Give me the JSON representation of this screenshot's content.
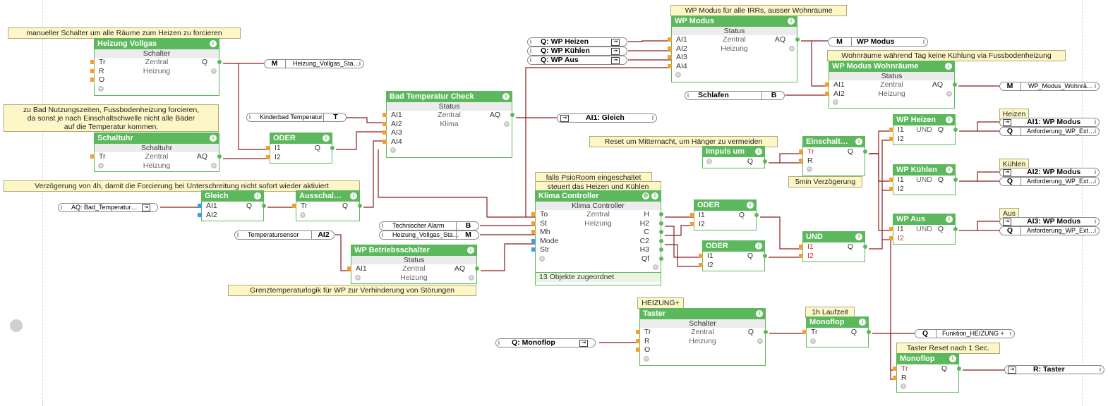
{
  "notes": {
    "n1": "manueller Schalter um alle Räume zum Heizen zu forcieren",
    "n2_1": "zu Bad Nutzungszeiten, Fussbodenheizung forcieren,",
    "n2_2": "da sonst je nach Einschaltschwelle nicht alle Bäder",
    "n2_3": "auf die Temperatur kommen.",
    "n3": "Verzögerung von 4h, damit die Forcierung bei Unterschreitung nicht sofort wieder aktiviert",
    "n4": "Grenztemperaturlogik für WP zur Verhinderung von Störungen",
    "n5": "WP Modus für alle IRRs, ausser Wohnräume",
    "n6": "Wohnräume während Tag keine Kühlung via Fussbodenheizung",
    "n7": "Reset um Mitternacht, um Hänger zu vermeiden",
    "n8": "5min Verzögerung",
    "n9": "falls PsioRoom eingeschaltet",
    "n10": "steuert das Heizen und Kühlen",
    "n11": "HEIZUNG+",
    "n12": "1h Laufzeit",
    "n13": "Taster Reset nach 1 Sec.",
    "n14": "Heizen",
    "n15": "Kühlen",
    "n16": "Aus"
  },
  "blocks": {
    "heizung_vollgas": {
      "title": "Heizung Vollgas",
      "sub": "Schalter",
      "in": [
        "Tr",
        "R",
        "O"
      ],
      "mid1": "Zentral",
      "mid2": "Heizung",
      "out": "Q"
    },
    "schaltuhr": {
      "title": "Schaltuhr",
      "sub": "Schaltuhr",
      "in": [
        "Tr"
      ],
      "mid1": "Zentral",
      "mid2": "Heizung",
      "out": "AQ"
    },
    "oder1": {
      "title": "ODER",
      "in": [
        "I1",
        "I2"
      ],
      "out": "Q"
    },
    "gleich": {
      "title": "Gleich",
      "in": [
        "AI1",
        "AI2"
      ],
      "out": "Q"
    },
    "ausschal": {
      "title": "Ausschal…",
      "in": [
        "Tr"
      ],
      "out": "Q"
    },
    "bad_check": {
      "title": "Bad Temperatur Check",
      "sub": "Status",
      "in": [
        "AI1",
        "AI2",
        "AI3",
        "AI4"
      ],
      "mid1": "Zentral",
      "mid2": "Klima",
      "out": "AQ"
    },
    "wp_betrieb": {
      "title": "WP Betriebsschalter",
      "sub": "Status",
      "in": [
        "AI1"
      ],
      "mid1": "Zentral",
      "mid2": "Heizung",
      "out": "AQ"
    },
    "wp_modus": {
      "title": "WP Modus",
      "sub": "Status",
      "in": [
        "AI1",
        "AI2",
        "AI3",
        "AI4"
      ],
      "mid1": "Zentral",
      "mid2": "Heizung",
      "out": "AQ"
    },
    "wp_modus_wohn": {
      "title": "WP Modus Wohnräume",
      "sub": "Status",
      "in": [
        "AI1",
        "AI2"
      ],
      "mid1": "Zentral",
      "mid2": "Heizung",
      "out": "AQ"
    },
    "klima": {
      "title": "Klima Controller",
      "sub": "Klima Controller",
      "in": [
        "To",
        "St",
        "Mh",
        "Mode",
        "Str"
      ],
      "mid1": "Zentral",
      "mid2": "Heizung",
      "out": [
        "H",
        "H2",
        "C",
        "C2",
        "H3",
        "Qf"
      ],
      "foot": "13 Objekte zugeordnet"
    },
    "impuls": {
      "title": "Impuls um",
      "out": "Q"
    },
    "einschalt": {
      "title": "Einschalt…",
      "in": [
        "Tr",
        "R"
      ],
      "out": "Q"
    },
    "oder2": {
      "title": "ODER",
      "in": [
        "I1",
        "I2"
      ],
      "out": "Q"
    },
    "oder3": {
      "title": "ODER",
      "in": [
        "I1",
        "I2"
      ],
      "out": "Q"
    },
    "und1": {
      "title": "UND",
      "in": [
        "I1",
        "I2"
      ],
      "out": "Q"
    },
    "wp_heizen": {
      "title": "WP Heizen",
      "in": [
        "I1",
        "I2"
      ],
      "mid": "UND",
      "out": "Q"
    },
    "wp_kuehlen": {
      "title": "WP Kühlen",
      "in": [
        "I1",
        "I2"
      ],
      "mid": "UND",
      "out": "Q"
    },
    "wp_aus": {
      "title": "WP Aus",
      "in": [
        "I1",
        "I2"
      ],
      "mid": "UND",
      "out": "Q"
    },
    "taster": {
      "title": "Taster",
      "sub": "Schalter",
      "in": [
        "Tr",
        "R",
        "O"
      ],
      "mid1": "Zentral",
      "mid2": "Heizung",
      "out": "Q"
    },
    "monoflop1": {
      "title": "Monoflop",
      "in": [
        "Tr"
      ],
      "out": "Q"
    },
    "monoflop2": {
      "title": "Monoflop",
      "in": [
        "Tr",
        "R"
      ],
      "out": "Q"
    }
  },
  "io": {
    "heizung_vollgas_status": {
      "code": "M",
      "text": "Heizung_Vollgas_Sta…"
    },
    "kinderbad": {
      "text": "Kinderbad Temperatur",
      "code": "T"
    },
    "aq_bad": {
      "text": "AQ: Bad_Temperatur…"
    },
    "temperatursensor": {
      "text": "Temperatursensor",
      "code": "AI2"
    },
    "technischer_alarm": {
      "text": "Technischer Alarm",
      "code": "B"
    },
    "heizung_vollgas_sta2": {
      "text": "Heizung_Vollgas_Sta…",
      "code": "M"
    },
    "ai1_gleich": {
      "text": "AI1: Gleich"
    },
    "q_wp_heizen": {
      "text": "Q: WP Heizen"
    },
    "q_wp_kuehlen": {
      "text": "Q: WP Kühlen"
    },
    "q_wp_aus": {
      "text": "Q: WP Aus"
    },
    "wp_modus_out": {
      "code": "M",
      "text": "WP Modus"
    },
    "schlafen": {
      "text": "Schlafen",
      "code": "B"
    },
    "wp_modus_wohn_out": {
      "code": "M",
      "text": "WP_Modus_Wohnrä…"
    },
    "ai1_wp_modus": {
      "text": "AI1: WP Modus"
    },
    "anf1": {
      "code": "Q",
      "text": "Anforderung_WP_Ext…"
    },
    "ai2_wp_modus": {
      "text": "AI2: WP Modus"
    },
    "anf2": {
      "code": "Q",
      "text": "Anforderung_WP_Ext…"
    },
    "ai3_wp_modus": {
      "text": "AI3: WP Modus"
    },
    "anf3": {
      "code": "Q",
      "text": "Anforderung_WP_Ext…"
    },
    "q_monoflop": {
      "text": "Q: Monoflop"
    },
    "funktion_heizung": {
      "code": "Q",
      "text": "Funktion_HEIZUNG +"
    },
    "r_taster": {
      "text": "R: Taster"
    }
  }
}
